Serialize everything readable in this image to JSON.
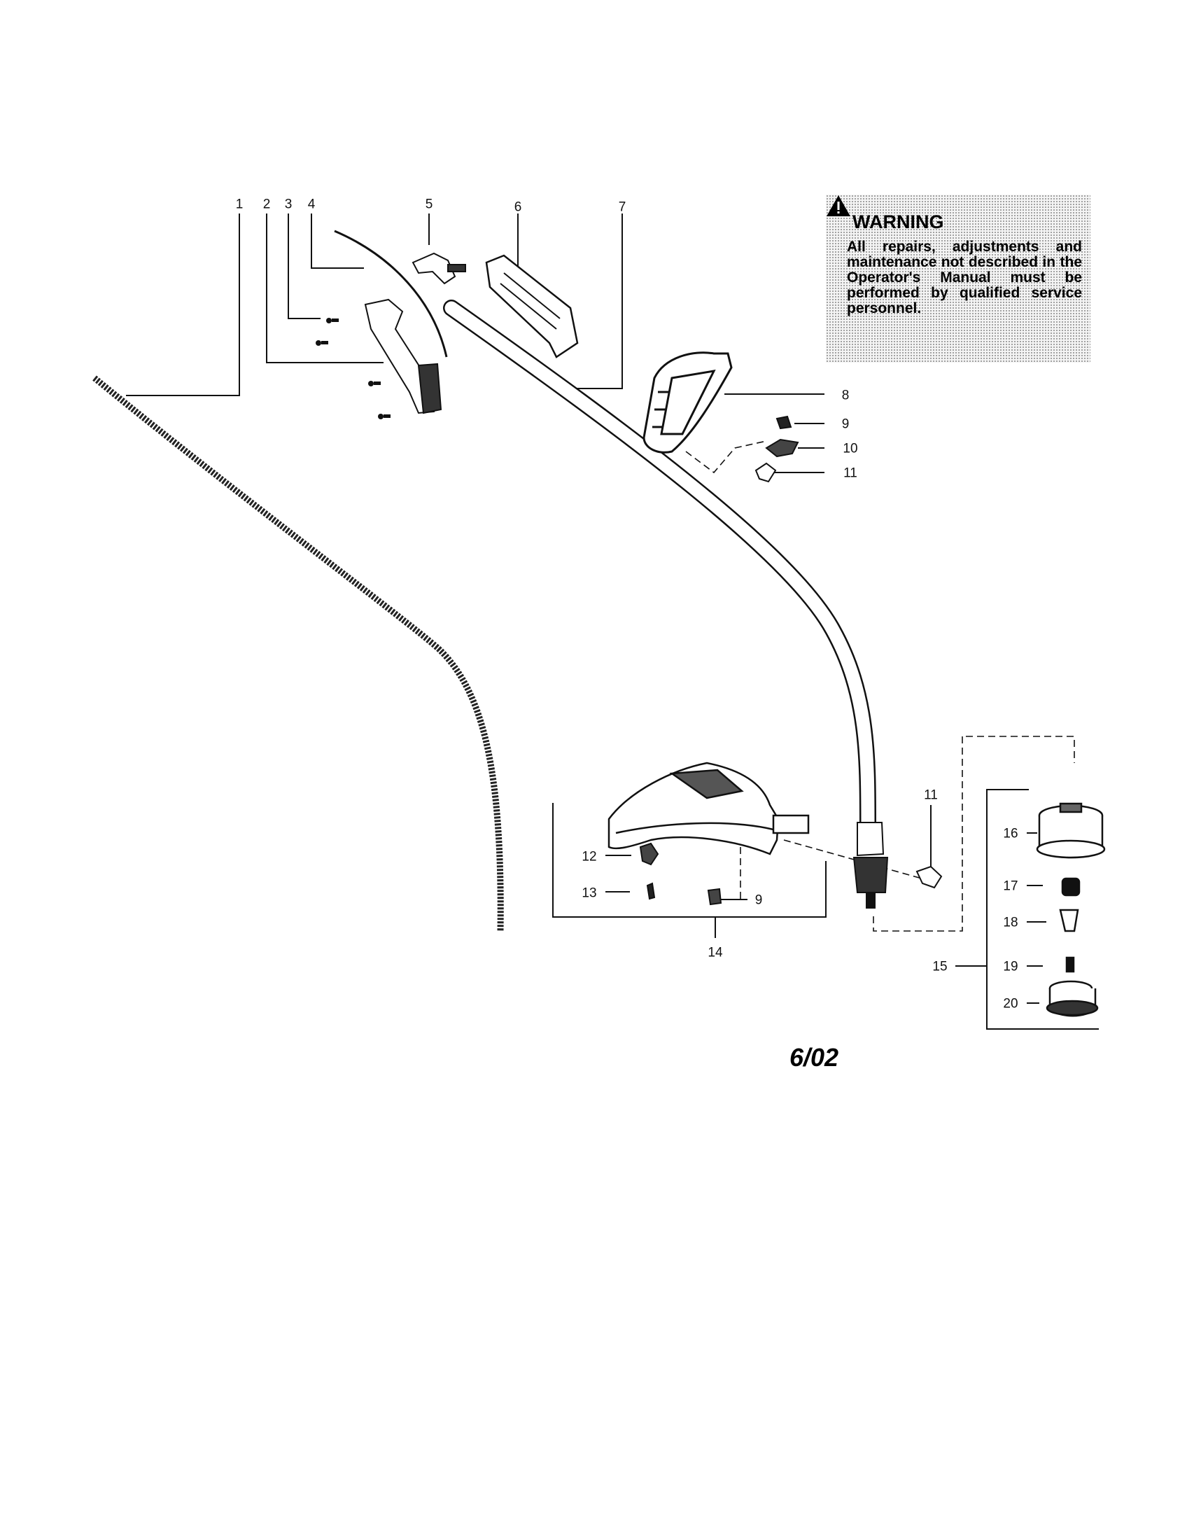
{
  "labels": {
    "l1": "1",
    "l2": "2",
    "l3": "3",
    "l4": "4",
    "l5": "5",
    "l6": "6",
    "l7": "7",
    "l8": "8",
    "l9a": "9",
    "l10": "10",
    "l11a": "11",
    "l11b": "11",
    "l12": "12",
    "l13": "13",
    "l9b": "9",
    "l14": "14",
    "l15": "15",
    "l16": "16",
    "l17": "17",
    "l18": "18",
    "l19": "19",
    "l20": "20"
  },
  "warning": {
    "title": "WARNING",
    "text": "All repairs, adjustments and maintenance not described in the Operator's Manual must be performed by qualified service personnel.",
    "icon": "warning-triangle-icon"
  },
  "date": "6/02"
}
